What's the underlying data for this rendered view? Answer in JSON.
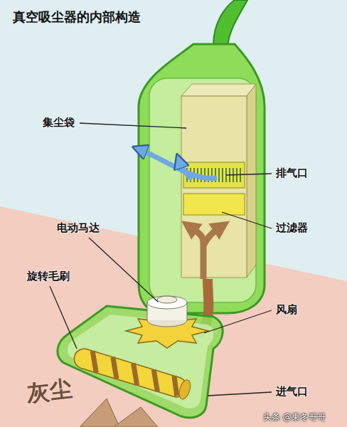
{
  "diagram": {
    "title": "真空吸尘器的内部构造",
    "labels": [
      "集尘袋",
      "排气口",
      "过滤器",
      "电动马达",
      "风扇",
      "旋转毛刷",
      "进气口",
      "灰尘",
      "头条 @東冬哥哥"
    ]
  }
}
